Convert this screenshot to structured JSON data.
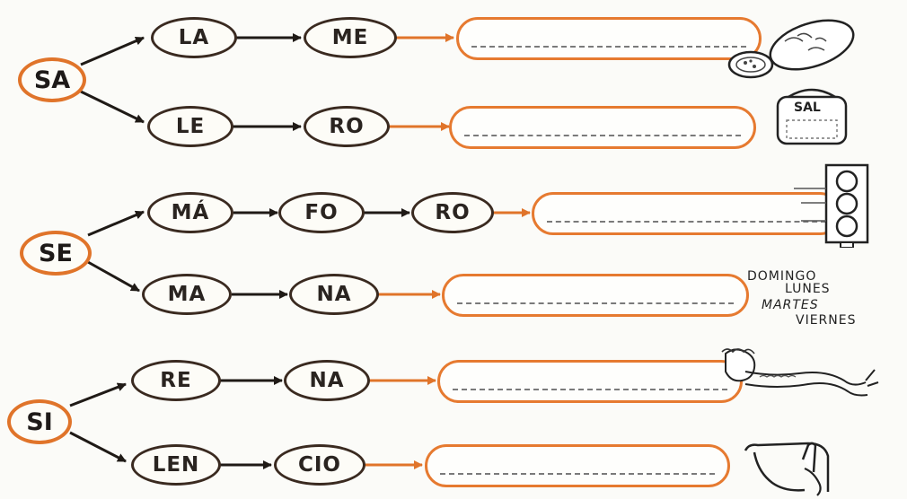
{
  "groups": [
    {
      "root": "SA",
      "rows": [
        {
          "syllables": [
            "LA",
            "ME"
          ],
          "picture": "sausage-icon"
        },
        {
          "syllables": [
            "LE",
            "RO"
          ],
          "picture": "salt-shaker-icon",
          "picture_label": "SAL"
        }
      ]
    },
    {
      "root": "SE",
      "rows": [
        {
          "syllables": [
            "MÁ",
            "FO",
            "RO"
          ],
          "picture": "traffic-light-icon"
        },
        {
          "syllables": [
            "MA",
            "NA"
          ],
          "picture": "weekdays-list",
          "picture_words": [
            "DOMINGO",
            "LUNES",
            "MARTES",
            "VIERNES"
          ]
        }
      ]
    },
    {
      "root": "SI",
      "rows": [
        {
          "syllables": [
            "RE",
            "NA"
          ],
          "picture": "mermaid-icon"
        },
        {
          "syllables": [
            "LEN",
            "CIO"
          ],
          "picture": "silence-gesture-icon"
        }
      ]
    }
  ],
  "colors": {
    "accent": "#e0742a",
    "ink": "#2a2420",
    "paper": "#fbfbf8"
  }
}
